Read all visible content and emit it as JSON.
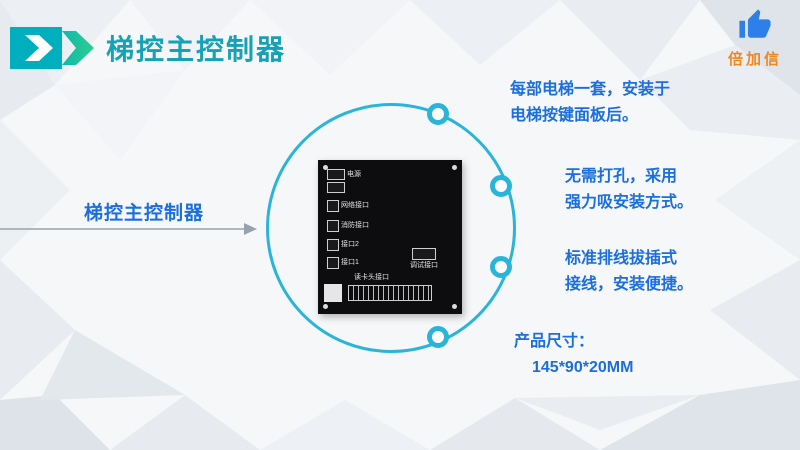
{
  "header": {
    "title": "梯控主控制器",
    "brand": {
      "name": "倍加信",
      "icon": "thumbs-up-icon"
    }
  },
  "diagram": {
    "left_label": "梯控主控制器",
    "callouts": [
      {
        "lines": [
          "每部电梯一套，安装于",
          "电梯按键面板后。"
        ]
      },
      {
        "lines": [
          "无需打孔，采用",
          "强力吸安装方式。"
        ]
      },
      {
        "lines": [
          "标准排线拔插式",
          "接线，安装便捷。"
        ]
      },
      {
        "lines": [
          "产品尺寸：",
          "145*90*20MM"
        ]
      }
    ],
    "board_labels": {
      "power": "电源",
      "network": "网络接口",
      "fire": "消防接口",
      "port2": "接口2",
      "port1": "接口1",
      "debug": "调试接口",
      "reader": "读卡头接口"
    }
  },
  "colors": {
    "title_teal": "#16a2b6",
    "circle_cyan": "#2ab5d8",
    "text_blue": "#1b6ede",
    "brand_orange": "#f0871c",
    "thumb_blue": "#2e80e8",
    "logo_teal": "#00afbe",
    "logo_green": "#2fcc92"
  }
}
